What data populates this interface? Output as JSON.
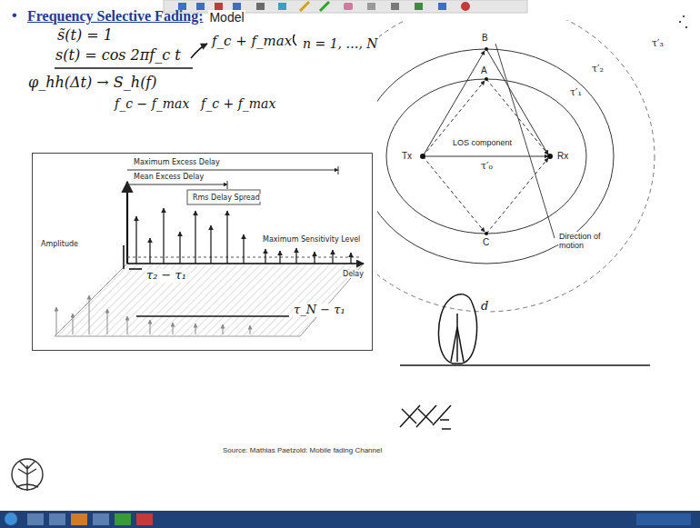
{
  "diagram": {
    "title": "Frequency Selective Fading:",
    "caption": "Source: Mathias Paetzold: Mobile fading Channel",
    "nodes": [
      {
        "text": [
          "Maximum Excess Delay",
          "Mean Excess Delay",
          "Rms Delay Spread",
          "Amplitude",
          "Maximum Sensitivity Level",
          "Delay"
        ]
      }
    ],
    "labels": [
      "•",
      "Model",
      "s̃(t) = 1",
      "s(t) = cos 2πf_c t",
      "f_c + f_max",
      "n = 1, …, N",
      "B",
      "φ_hh(Δt) → S_h(f)",
      "A",
      "f_c − f_max",
      "f_c + f_max",
      "Tx",
      "LOS component",
      "Rx",
      "τ′₃",
      "τ′₂",
      "τ′₁",
      "τ′₀",
      "C",
      "Direction of motion",
      "τ₂ − τ₁",
      "d",
      "τ_N − τ₁"
    ]
  }
}
